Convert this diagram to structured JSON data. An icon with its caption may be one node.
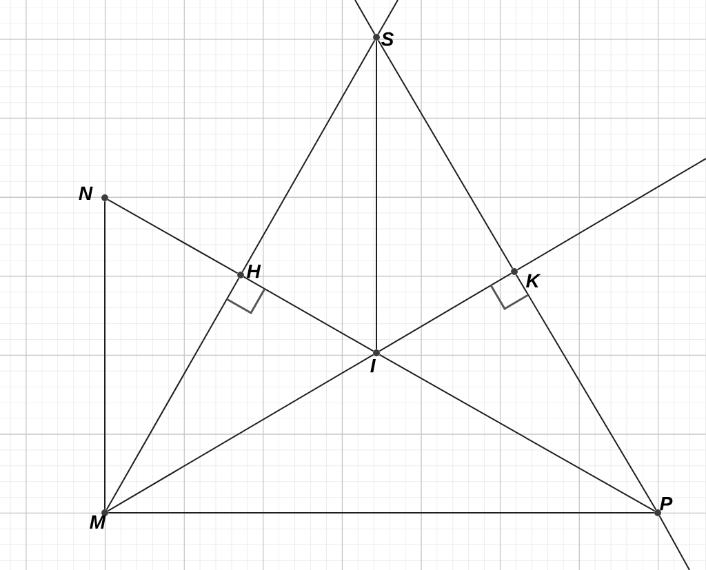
{
  "diagram": {
    "nodes": [
      {
        "text": [
          "S"
        ]
      },
      {
        "text": [
          "N"
        ]
      },
      {
        "text": [
          "H"
        ]
      },
      {
        "text": [
          "K"
        ]
      },
      {
        "text": [
          "I"
        ]
      },
      {
        "text": [
          "M"
        ]
      },
      {
        "text": [
          "P"
        ]
      }
    ],
    "edges": [
      {
        "from": 5,
        "to": 2,
        "arrow": "none"
      },
      {
        "from": 2,
        "to": 0,
        "arrow": "none"
      },
      {
        "from": 0,
        "to": 3,
        "arrow": "none"
      },
      {
        "from": 3,
        "to": 6,
        "arrow": "none"
      },
      {
        "from": 1,
        "to": 2,
        "arrow": "none"
      },
      {
        "from": 2,
        "to": 4,
        "arrow": "none"
      },
      {
        "from": 4,
        "to": 6,
        "arrow": "none"
      },
      {
        "from": 5,
        "to": 4,
        "arrow": "none"
      },
      {
        "from": 4,
        "to": 3,
        "arrow": "none"
      },
      {
        "from": 0,
        "to": 4,
        "arrow": "none"
      },
      {
        "from": 1,
        "to": 5,
        "arrow": "none"
      },
      {
        "from": 5,
        "to": 6,
        "arrow": "none"
      },
      {
        "from": 0,
        "to": null,
        "arrow": "none"
      },
      {
        "from": 0,
        "to": null,
        "arrow": "none"
      },
      {
        "from": 6,
        "to": null,
        "arrow": "none"
      },
      {
        "from": 3,
        "to": null,
        "arrow": "none"
      }
    ]
  }
}
